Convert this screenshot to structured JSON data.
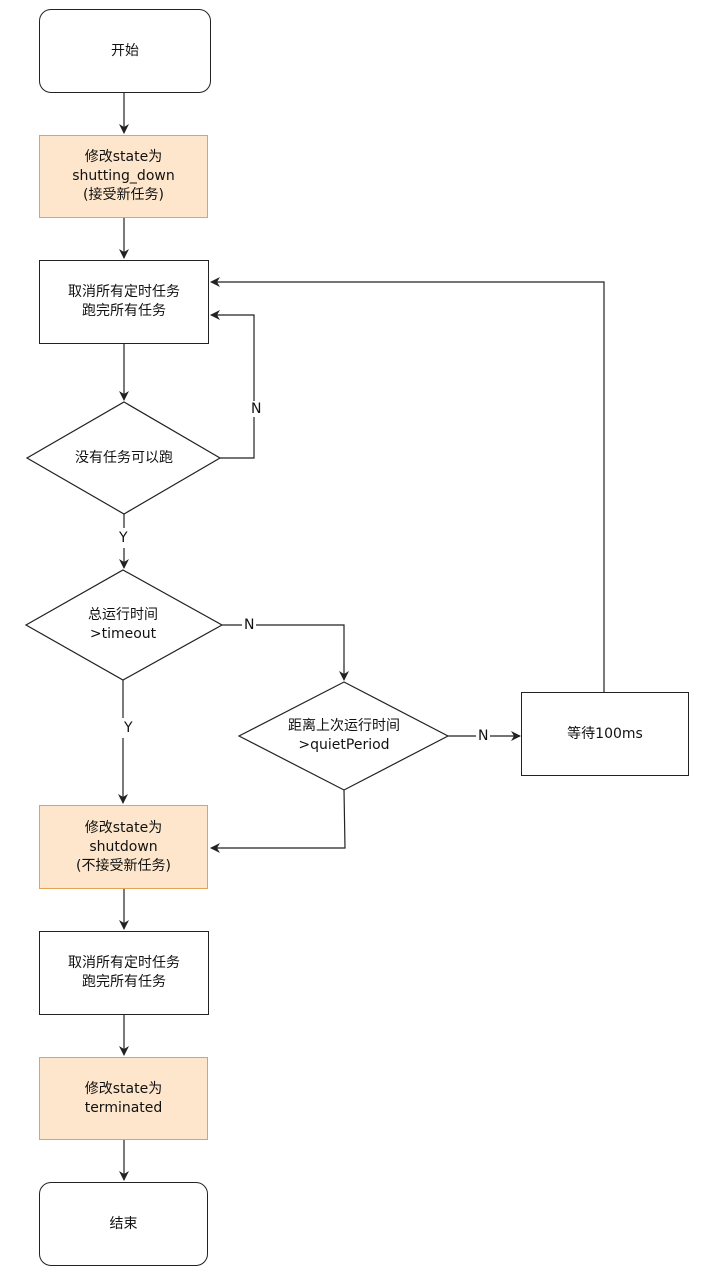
{
  "nodes": {
    "start": "开始",
    "set_shutting_down": "修改state为\nshutting_down\n(接受新任务)",
    "run_all_1": "取消所有定时任务\n跑完所有任务",
    "no_tasks": "没有任务可以跑",
    "total_timeout": "总运行时间\n>timeout",
    "quiet_period": "距离上次运行时间\n>quietPeriod",
    "wait": "等待100ms",
    "set_shutdown": "修改state为\nshutdown\n(不接受新任务)",
    "run_all_2": "取消所有定时任务\n跑完所有任务",
    "set_terminated": "修改state为\nterminated",
    "end": "结束"
  },
  "edge_labels": {
    "no_tasks_no": "N",
    "no_tasks_yes": "Y",
    "timeout_no": "N",
    "timeout_yes": "Y",
    "quiet_no": "N"
  },
  "colors": {
    "process_fill": "#fde6cc",
    "process_border": "#e2a25a",
    "line": "#222222"
  }
}
